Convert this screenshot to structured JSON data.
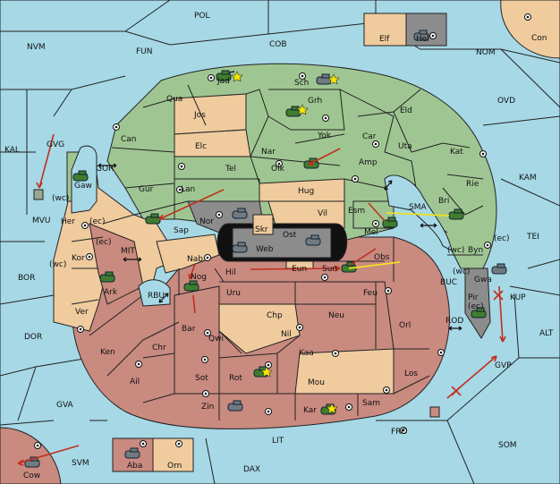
{
  "colors": {
    "sea": "#a6d8e6",
    "powerGreen": "#9fc692",
    "neutralTan": "#efcb9e",
    "powerRed": "#c98a80",
    "impassableGray": "#8c8c8c",
    "moveArrow": "#c0301e",
    "supportArrow": "#f0e020"
  },
  "labels": {
    "POL": "POL",
    "COB": "COB",
    "NVM": "NVM",
    "FUN": "FUN",
    "NOM": "NOM",
    "Con": "Con",
    "Elf": "Elf",
    "Hel": "Hel",
    "OVD": "OVD",
    "KAM": "KAM",
    "TEI": "TEI",
    "ALT": "ALT",
    "SOM": "SOM",
    "FRO": "FRO",
    "LIT": "LIT",
    "DAX": "DAX",
    "SVM": "SVM",
    "GVA": "GVA",
    "DOR": "DOR",
    "BOR": "BOR",
    "KAL": "KAL",
    "GVG": "GVG",
    "MVU": "MVU",
    "Cow": "Cow",
    "Aba": "Aba",
    "Orn": "Orn",
    "Jad": "Jad",
    "Sch": "Sch",
    "Grh": "Grh",
    "Qua": "Qua",
    "Jos": "Jos",
    "Can": "Can",
    "Elc": "Elc",
    "Nar": "Nar",
    "Yok": "Yok",
    "Car": "Car",
    "Eld": "Eld",
    "Uta": "Uta",
    "Kat": "Kat",
    "Rie": "Rie",
    "Amp": "Amp",
    "Olk": "Olk",
    "Tel": "Tel",
    "Gur": "Gur",
    "Lan": "Lan",
    "Hug": "Hug",
    "Vil": "Vil",
    "Esm": "Esm",
    "Bri": "Bri",
    "SMA": "SMA",
    "Mel": "Mel",
    "Byn": "Byn",
    "Nor": "Nor",
    "Sap": "Sap",
    "Skr": "Skr",
    "Ost": "Ost",
    "Web": "Web",
    "GOR": "GOR",
    "Gaw": "Gaw",
    "Her": "Her",
    "Kor": "Kor",
    "Ark": "Ark",
    "Ver": "Ver",
    "MIT": "MIT",
    "Nab": "Nab",
    "Nog": "Nog",
    "Hil": "Hil",
    "Eun": "Eun",
    "Sun": "Sun",
    "Obs": "Obs",
    "Gwa": "Gwa",
    "Pir": "Pir",
    "KUP": "KUP",
    "BUC": "BUC",
    "RBU": "RBU",
    "Uru": "Uru",
    "Feu": "Feu",
    "Chp": "Chp",
    "Neu": "Neu",
    "Nil": "Nil",
    "Orl": "Orl",
    "Bar": "Bar",
    "Qwi": "Qwi",
    "Ken": "Ken",
    "Chr": "Chr",
    "Kaa": "Kaa",
    "ROD": "ROD",
    "Ail": "Ail",
    "Sot": "Sot",
    "Rot": "Rot",
    "Mou": "Mou",
    "Los": "Los",
    "GVP": "GVP",
    "Zin": "Zin",
    "Kar": "Kar",
    "Sam": "Sam",
    "wc1": "(wc)",
    "ec1": "(ec)",
    "ec2": "(ec)",
    "wc2": "(wc)",
    "wc3": "(wc)",
    "ec3": "(ec)",
    "wc4": "(wc)",
    "ec4": "(ec)"
  }
}
